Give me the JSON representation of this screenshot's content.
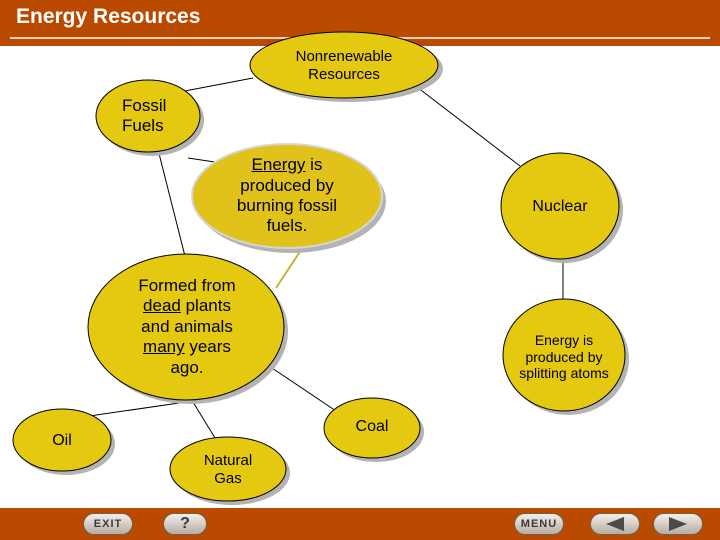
{
  "header": {
    "title": "Energy Resources"
  },
  "nodes": {
    "nonrenewable": {
      "line1": "Nonrenewable",
      "line2": "Resources"
    },
    "fossil_fuels": {
      "line1": "Fossil",
      "line2": "Fuels"
    },
    "energy_burning": {
      "underlined": "Energy",
      "rest1": " is",
      "line2": "produced by",
      "line3": "burning fossil",
      "line4": "fuels."
    },
    "nuclear": {
      "label": "Nuclear"
    },
    "formed_from": {
      "line1": "Formed from",
      "line2_u": "dead",
      "line2_rest": " plants",
      "line3": "and animals",
      "line4_u": "many",
      "line4_rest": " years",
      "line5": "ago."
    },
    "splitting_atoms": {
      "line1": "Energy is",
      "line2": "produced by",
      "line3": "splitting atoms"
    },
    "coal": {
      "label": "Coal"
    },
    "oil": {
      "label": "Oil"
    },
    "natural_gas": {
      "line1": "Natural",
      "line2": "Gas"
    }
  },
  "footer": {
    "exit_label": "EXIT",
    "help_label": "?",
    "menu_label": "MENU"
  },
  "colors": {
    "header_bg": "#b94a00",
    "node_fill": "#e5c911",
    "callout_fill": "#e0c21a",
    "shadow": "#b3b3b3"
  }
}
